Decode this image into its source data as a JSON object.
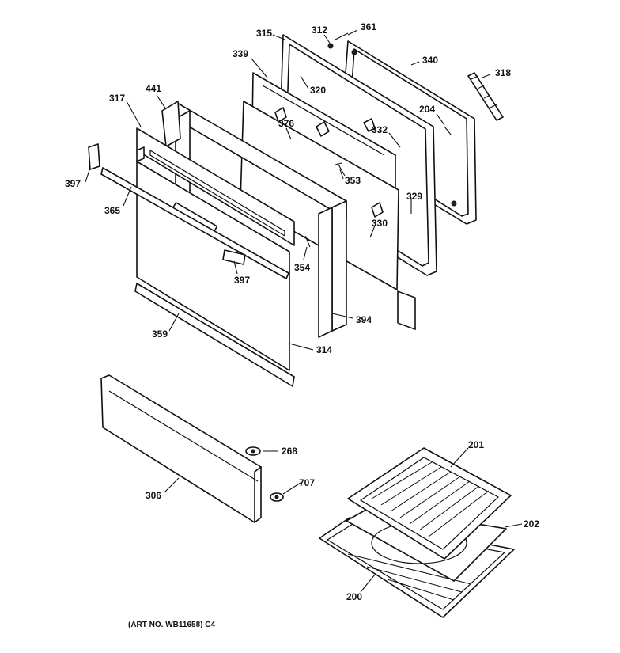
{
  "caption": "(ART NO. WB11658) C4",
  "callouts": [
    {
      "id": "c315",
      "text": "315"
    },
    {
      "id": "c312",
      "text": "312"
    },
    {
      "id": "c361",
      "text": "361"
    },
    {
      "id": "c339",
      "text": "339"
    },
    {
      "id": "c340",
      "text": "340"
    },
    {
      "id": "c318",
      "text": "318"
    },
    {
      "id": "c320",
      "text": "320"
    },
    {
      "id": "c441",
      "text": "441"
    },
    {
      "id": "c317",
      "text": "317"
    },
    {
      "id": "c376",
      "text": "376"
    },
    {
      "id": "c204",
      "text": "204"
    },
    {
      "id": "c332",
      "text": "332"
    },
    {
      "id": "c397a",
      "text": "397"
    },
    {
      "id": "c353",
      "text": "353"
    },
    {
      "id": "c329",
      "text": "329"
    },
    {
      "id": "c365",
      "text": "365"
    },
    {
      "id": "c330",
      "text": "330"
    },
    {
      "id": "c354",
      "text": "354"
    },
    {
      "id": "c397b",
      "text": "397"
    },
    {
      "id": "c394",
      "text": "394"
    },
    {
      "id": "c359",
      "text": "359"
    },
    {
      "id": "c314",
      "text": "314"
    },
    {
      "id": "c268",
      "text": "268"
    },
    {
      "id": "c201",
      "text": "201"
    },
    {
      "id": "c707",
      "text": "707"
    },
    {
      "id": "c306",
      "text": "306"
    },
    {
      "id": "c202",
      "text": "202"
    },
    {
      "id": "c200",
      "text": "200"
    }
  ]
}
